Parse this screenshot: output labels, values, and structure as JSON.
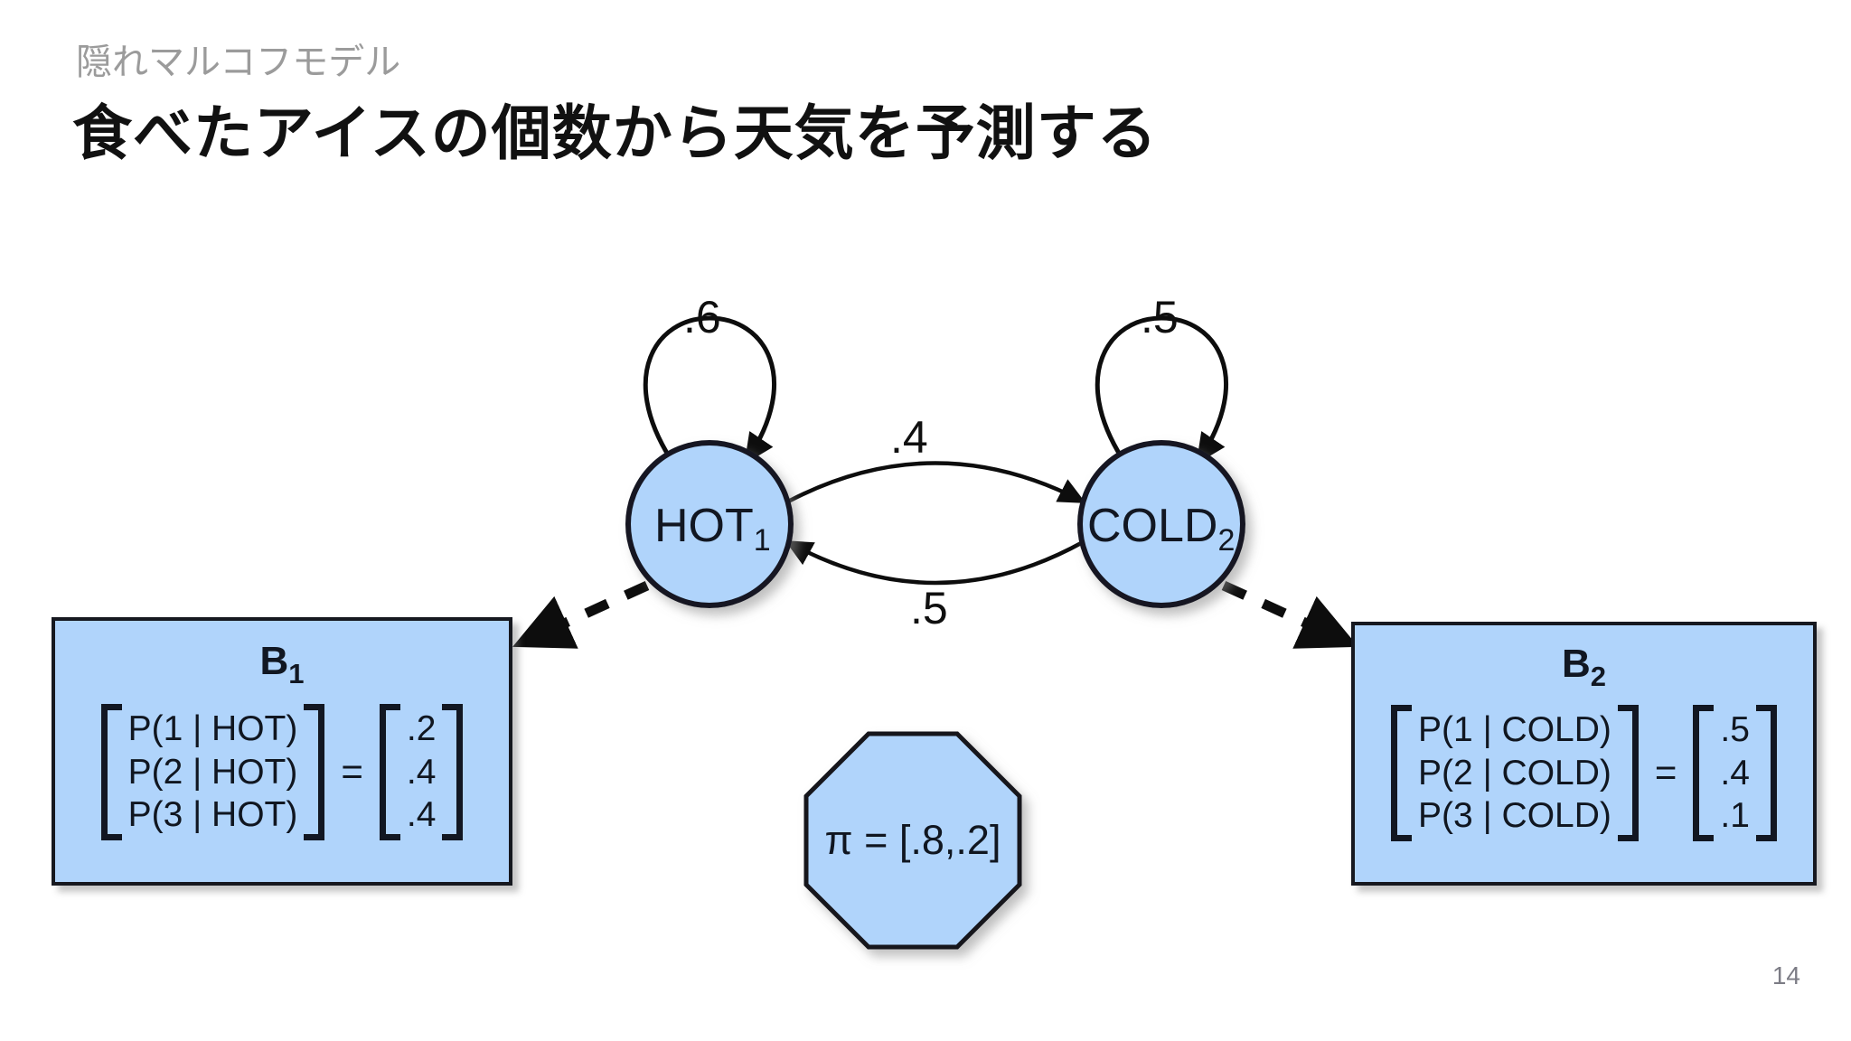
{
  "header": {
    "subtitle": "隠れマルコフモデル",
    "title": "食べたアイスの個数から天気を予測する"
  },
  "diagram": {
    "type": "hmm-state-diagram",
    "nodes": [
      {
        "id": "hot",
        "label": "HOT",
        "subscript": "1",
        "shape": "circle",
        "fill": "#b0d4fb"
      },
      {
        "id": "cold",
        "label": "COLD",
        "subscript": "2",
        "shape": "circle",
        "fill": "#b0d4fb"
      }
    ],
    "transitions": [
      {
        "from": "hot",
        "to": "hot",
        "label": ".6",
        "kind": "self-loop"
      },
      {
        "from": "cold",
        "to": "cold",
        "label": ".5",
        "kind": "self-loop"
      },
      {
        "from": "hot",
        "to": "cold",
        "label": ".4",
        "kind": "arc-top"
      },
      {
        "from": "cold",
        "to": "hot",
        "label": ".5",
        "kind": "arc-bottom"
      }
    ],
    "emissions": [
      {
        "id": "b1",
        "title": "B",
        "subscript": "1",
        "rows": [
          "P(1 | HOT)",
          "P(2 | HOT)",
          "P(3 | HOT)"
        ],
        "equals": "=",
        "values": [
          ".2",
          ".4",
          ".4"
        ]
      },
      {
        "id": "b2",
        "title": "B",
        "subscript": "2",
        "rows": [
          "P(1 | COLD)",
          "P(2 | COLD)",
          "P(3 | COLD)"
        ],
        "equals": "=",
        "values": [
          ".5",
          ".4",
          ".1"
        ]
      }
    ],
    "initial": {
      "id": "pi",
      "shape": "octagon",
      "label": "π = [.8,.2]"
    },
    "colors": {
      "node_fill": "#b0d4fb",
      "node_stroke": "#121722",
      "box_fill": "#b0d4fb",
      "box_stroke": "#16181f",
      "edge_stroke": "#101010"
    }
  },
  "footer": {
    "page_number": "14"
  }
}
